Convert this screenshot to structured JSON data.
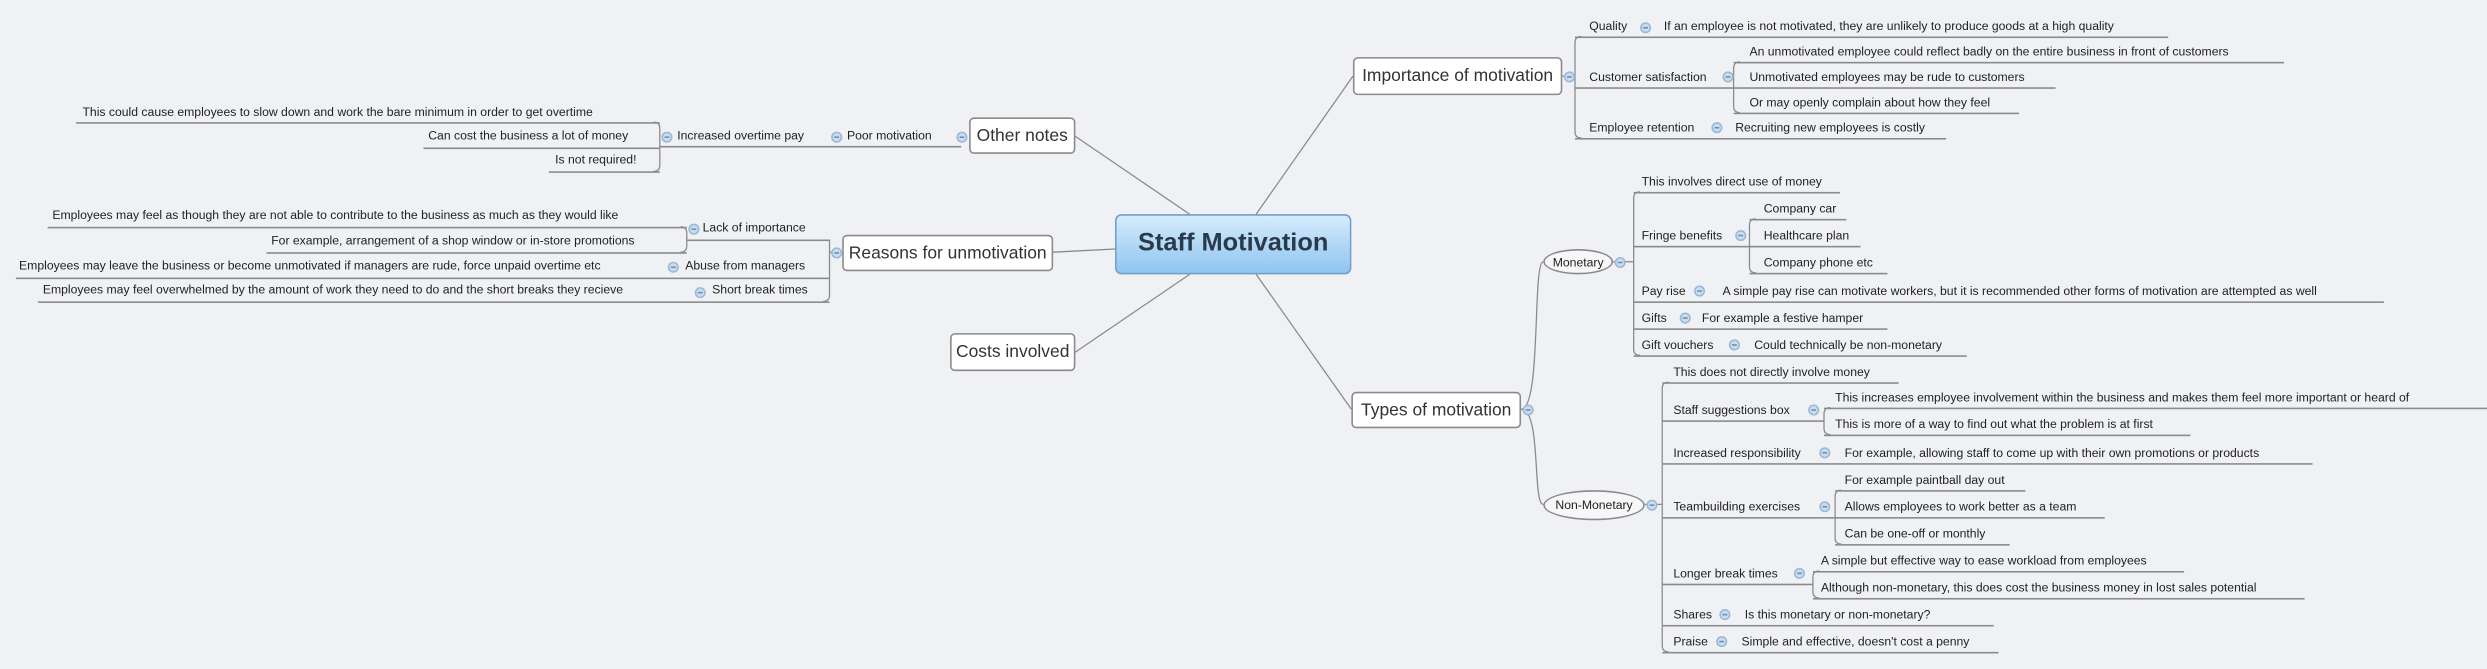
{
  "central": "Staff Motivation",
  "importance": {
    "title": "Importance of motivation",
    "items": [
      {
        "label": "Quality",
        "notes": [
          "If an employee is not motivated, they are unlikely to produce goods at a high quality"
        ]
      },
      {
        "label": "Customer satisfaction",
        "notes": [
          "An unmotivated employee could reflect badly on the entire business in front of customers",
          "Unmotivated employees may be rude to customers",
          "Or may openly complain about how they feel"
        ]
      },
      {
        "label": "Employee retention",
        "notes": [
          "Recruiting new employees is costly"
        ]
      }
    ]
  },
  "types": {
    "title": "Types of motivation",
    "monetary": {
      "label": "Monetary",
      "items": [
        {
          "label": "This involves direct use of money"
        },
        {
          "label": "Fringe benefits",
          "notes": [
            "Company car",
            "Healthcare plan",
            "Company phone etc"
          ]
        },
        {
          "label": "Pay rise",
          "notes": [
            "A simple pay rise can motivate workers, but it is recommended other forms of motivation are attempted as well"
          ]
        },
        {
          "label": "Gifts",
          "notes": [
            "For example a festive hamper"
          ]
        },
        {
          "label": "Gift vouchers",
          "notes": [
            "Could technically be non-monetary"
          ]
        }
      ]
    },
    "non_monetary": {
      "label": "Non-Monetary",
      "items": [
        {
          "label": "This does not directly involve money"
        },
        {
          "label": "Staff suggestions box",
          "notes": [
            "This increases employee involvement within the business and makes them feel more important or heard of",
            "This is more of a way to find out what the problem is at first"
          ]
        },
        {
          "label": "Increased responsibility",
          "notes": [
            "For example, allowing staff to come up with their own promotions or products"
          ]
        },
        {
          "label": "Teambuilding exercises",
          "notes": [
            "For example paintball day out",
            "Allows employees to work better as a team",
            "Can be one-off or monthly"
          ]
        },
        {
          "label": "Longer break times",
          "notes": [
            "A simple but effective way to ease workload from employees",
            "Although non-monetary, this does cost the business money in lost sales potential"
          ]
        },
        {
          "label": "Shares",
          "notes": [
            "Is this monetary or non-monetary?"
          ]
        },
        {
          "label": "Praise",
          "notes": [
            "Simple and effective, doesn't cost a penny"
          ]
        }
      ]
    }
  },
  "other_notes": {
    "title": "Other notes",
    "items": [
      {
        "label": "Poor motivation",
        "items": [
          {
            "label": "Increased overtime pay",
            "notes": [
              "This could cause employees to slow down and work the bare minimum in order to get overtime",
              "Can cost the business a lot of money",
              "Is not required!"
            ]
          }
        ]
      }
    ]
  },
  "reasons": {
    "title": "Reasons for unmotivation",
    "items": [
      {
        "label": "Lack of importance",
        "notes": [
          "Employees may feel as though they are not able to contribute to the business as much as they would like",
          "For example, arrangement of a shop window or in-store promotions"
        ]
      },
      {
        "label": "Abuse from managers",
        "notes": [
          "Employees may leave the business or become unmotivated if managers are rude, force unpaid overtime etc"
        ]
      },
      {
        "label": "Short break times",
        "notes": [
          "Employees may feel overwhelmed by the amount of work they need to do and the short breaks they recieve"
        ]
      }
    ]
  },
  "costs": {
    "title": "Costs involved"
  },
  "colors": {
    "background": "#eff1f5",
    "central_top": "#d7ebfc",
    "central_bottom": "#8ec5f1",
    "line": "#8a8a8a"
  }
}
